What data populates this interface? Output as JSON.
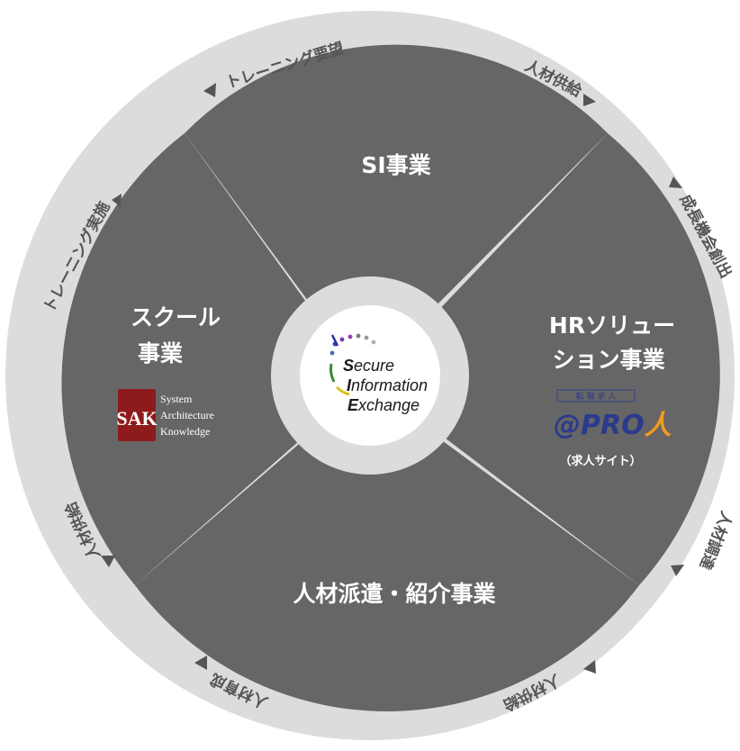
{
  "segments": {
    "top": "SI事業",
    "right_line1": "HRソリュー",
    "right_line2": "ション事業",
    "bottom": "人材派遣・紹介事業",
    "left_line1": "スクール",
    "left_line2": "事業"
  },
  "center_logo": {
    "line1_cap": "S",
    "line1_rest": "ecure",
    "line2_cap": "I",
    "line2_rest": "nformation",
    "line3_cap": "E",
    "line3_rest": "xchange"
  },
  "school_logo": {
    "mark": "SAK",
    "line1": "System",
    "line2": "Architecture",
    "line3": "Knowledge"
  },
  "pro_logo": {
    "tagline": "転 職 求 人",
    "at": "@",
    "pro": "PRO",
    "jin": "人",
    "caption": "（求人サイト）"
  },
  "ring_labels": {
    "top_left": "トレーニング要望",
    "top_right": "人材供給",
    "right_top": "成長機会創出",
    "right_bottom": "人材調達",
    "bottom_right": "人材供給",
    "bottom_left": "人材育成",
    "left_bottom": "人材供給",
    "left_top": "トレーニング実施"
  },
  "colors": {
    "ring": "#dcdcdc",
    "segment": "#666666",
    "center": "#ffffff",
    "pro_orange": "#f39a1e",
    "pro_blue": "#2b3a8c",
    "sak_red": "#8e1b1b"
  }
}
